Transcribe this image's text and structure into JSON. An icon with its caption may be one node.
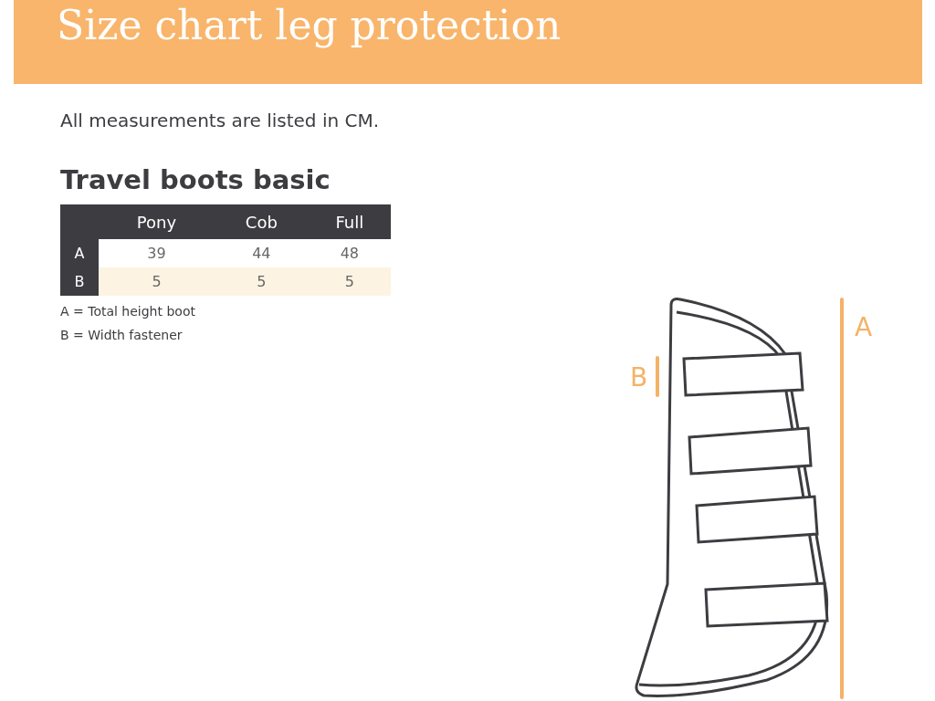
{
  "diagram": {
    "title": "Size chart leg protection",
    "labels": [
      "All measurements are listed in CM.",
      "Travel boots basic",
      "Pony",
      "Cob",
      "Full",
      "A",
      "39",
      "44",
      "48",
      "B",
      "5",
      "5",
      "5",
      "A = Total height boot",
      "B = Width fastener",
      "A",
      "B"
    ]
  }
}
